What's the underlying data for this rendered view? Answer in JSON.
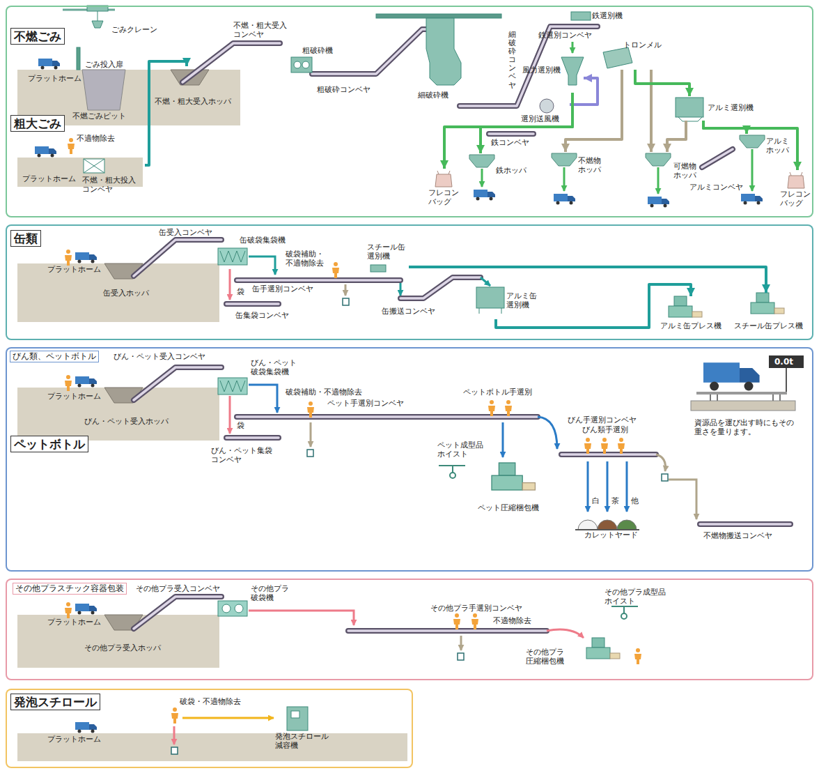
{
  "diagram": {
    "nodes": [
      {
        "text": [
          "不燃ごみ",
          "粗大ごみ"
        ]
      },
      {
        "text": [
          "不燃ごみピット"
        ],
        "in": 0
      },
      {
        "text": [
          "不燃・粗大投入コンベヤ"
        ],
        "in": 0
      },
      {
        "text": [
          "不燃・粗大受入ホッパ"
        ],
        "in": 0
      },
      {
        "text": [
          "粗破砕機"
        ],
        "in": 0
      },
      {
        "text": [
          "細破砕機"
        ],
        "in": 0
      },
      {
        "text": [
          "鉄選別機"
        ],
        "in": 0
      },
      {
        "text": [
          "風力選別機"
        ],
        "in": 0
      },
      {
        "text": [
          "トロンメル"
        ],
        "in": 0
      },
      {
        "text": [
          "選別送風機"
        ],
        "in": 0
      },
      {
        "text": [
          "アルミ選別機"
        ],
        "in": 0
      },
      {
        "text": [
          "フレコンバッグ"
        ],
        "in": 0
      },
      {
        "text": [
          "鉄ホッパ"
        ],
        "in": 0
      },
      {
        "text": [
          "不燃物ホッパ"
        ],
        "in": 0
      },
      {
        "text": [
          "可燃物ホッパ"
        ],
        "in": 0
      },
      {
        "text": [
          "アルミホッパ"
        ],
        "in": 0
      },
      {
        "text": [
          "フレコンバッグ"
        ],
        "in": 0
      },
      {
        "text": [
          "缶類"
        ]
      },
      {
        "text": [
          "缶受入ホッパ"
        ],
        "in": 17
      },
      {
        "text": [
          "缶破袋集袋機"
        ],
        "in": 17
      },
      {
        "text": [
          "スチール缶選別機"
        ],
        "in": 17
      },
      {
        "text": [
          "アルミ缶選別機"
        ],
        "in": 17
      },
      {
        "text": [
          "アルミ缶プレス機"
        ],
        "in": 17
      },
      {
        "text": [
          "スチール缶プレス機"
        ],
        "in": 17
      },
      {
        "text": [
          "びん類、ペットボトル",
          "ペットボトル"
        ]
      },
      {
        "text": [
          "びん・ペット受入ホッパ"
        ],
        "in": 24
      },
      {
        "text": [
          "びん・ペット破袋集袋機"
        ],
        "in": 24
      },
      {
        "text": [
          "ペット圧縮梱包機"
        ],
        "in": 24
      },
      {
        "text": [
          "カレットヤード"
        ],
        "in": 24
      },
      {
        "text": [
          "その他プラスチック容器包装"
        ]
      },
      {
        "text": [
          "その他プラ受入ホッパ"
        ],
        "in": 29
      },
      {
        "text": [
          "その他プラ破袋機"
        ],
        "in": 29
      },
      {
        "text": [
          "その他プラ圧縮梱包機"
        ],
        "in": 29
      },
      {
        "text": [
          "発泡スチロール"
        ]
      },
      {
        "text": [
          "発泡スチロール減容機"
        ],
        "in": 33
      }
    ],
    "edges": [
      {
        "from": 2,
        "to": 3,
        "arrow": "to"
      },
      {
        "from": 9,
        "to": 7,
        "arrow": "to"
      },
      {
        "from": 7,
        "to": 11,
        "arrow": "to"
      },
      {
        "from": 7,
        "to": 12,
        "arrow": "to"
      },
      {
        "from": 8,
        "to": 13,
        "arrow": "to"
      },
      {
        "from": 8,
        "to": 14,
        "arrow": "to"
      },
      {
        "from": 8,
        "to": 10,
        "arrow": "to"
      },
      {
        "from": 10,
        "to": 14,
        "arrow": "to"
      },
      {
        "from": 10,
        "to": 15,
        "arrow": "to"
      },
      {
        "from": 10,
        "to": 16,
        "arrow": "to"
      },
      {
        "from": 20,
        "to": 23,
        "arrow": "to"
      },
      {
        "from": 21,
        "to": 22,
        "arrow": "to"
      }
    ],
    "labels": [
      "ごみクレーン",
      "プラットホーム",
      "ごみ投入扉",
      "不燃・粗大受入コンベヤ",
      "粗破砕コンベヤ",
      "細破砕コンベヤ",
      "鉄選別コンベヤ",
      "不適物除去",
      "プラットホーム",
      "鉄コンベヤ",
      "アルミコンベヤ",
      "缶受入コンベヤ",
      "プラットホーム",
      "破袋補助・不適物除去",
      "缶手選別コンベヤ",
      "袋",
      "缶集袋コンベヤ",
      "缶搬送コンベヤ",
      "びん・ペット受入コンベヤ",
      "プラットホーム",
      "破袋補助・不適物除去",
      "ペット手選別コンベヤ",
      "ペットボトル手選別",
      "袋",
      "びん・ペット集袋コンベヤ",
      "ペット成型品ホイスト",
      "びん手選別コンベヤ",
      "びん類手選別",
      "白",
      "茶",
      "他",
      "不燃物搬送コンベヤ",
      "0.0t",
      "資源品を運び出す時にもその重さを量ります。",
      "その他プラ受入コンベヤ",
      "プラットホーム",
      "不適物除去",
      "その他プラ手選別コンベヤ",
      "その他プラ成型品ホイスト",
      "プラットホーム",
      "破袋・不適物除去"
    ]
  }
}
